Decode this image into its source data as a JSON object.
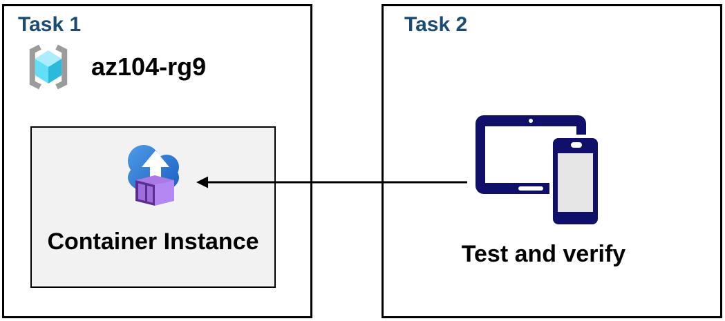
{
  "task1": {
    "title": "Task 1",
    "resource_group": {
      "name": "az104-rg9",
      "icon": "resource-group-icon"
    },
    "container_box": {
      "label": "Container Instance",
      "icon": "container-instance-icon"
    }
  },
  "task2": {
    "title": "Task 2",
    "devices": {
      "label": "Test and verify",
      "icon": "devices-icon"
    }
  },
  "arrow": {
    "from": "devices-icon",
    "to": "container-instance-icon",
    "direction": "left"
  },
  "colors": {
    "task-title": "#1B4A72",
    "box-border": "#000000",
    "panel-bg": "#F2F2F2",
    "navy": "#10106B",
    "phone-screen": "#E6E6E6",
    "cloud-start": "#4E9AE6",
    "cloud-end": "#1C60C2",
    "container-top": "#A97AE6",
    "container-side": "#B488F2",
    "container-front": "#5C2D91",
    "container-panel": "#9E6FDC",
    "cube-top": "#ABEDFD",
    "cube-left": "#62DFF6",
    "cube-right": "#2CBADC",
    "bracket-gray": "#9B9B9B",
    "arrow-color": "#000000"
  }
}
